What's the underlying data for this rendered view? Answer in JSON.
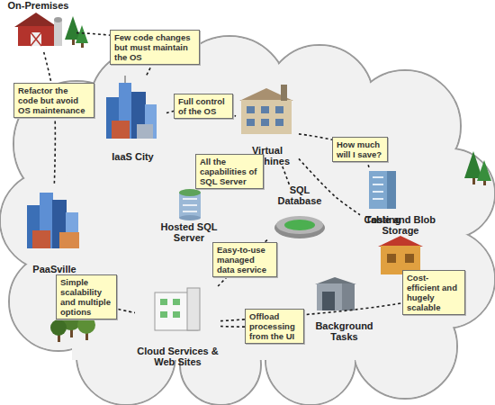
{
  "diagram": {
    "nodes": [
      {
        "text": [
          "On-Premises"
        ]
      },
      {
        "text": [
          "IaaS City"
        ]
      },
      {
        "text": [
          "Virtual Machines"
        ]
      },
      {
        "text": [
          "PaaSville"
        ]
      },
      {
        "text": [
          "Hosted SQL Server"
        ]
      },
      {
        "text": [
          "SQL Database"
        ]
      },
      {
        "text": [
          "Costing"
        ]
      },
      {
        "text": [
          "Table and Blob Storage"
        ]
      },
      {
        "text": [
          "Cloud Services & Web Sites"
        ]
      },
      {
        "text": [
          "Background Tasks"
        ]
      }
    ],
    "edges": [
      {
        "from": 0,
        "to": 1,
        "label": "Few code changes but must maintain the OS",
        "arrow": "none"
      },
      {
        "from": 0,
        "to": 3,
        "label": "Refactor the code but avoid OS maintenance",
        "arrow": "none"
      },
      {
        "from": 1,
        "to": 2,
        "label": "Full control of the OS",
        "arrow": "none"
      },
      {
        "from": 2,
        "to": 6,
        "label": "How much will I save?",
        "arrow": "none"
      },
      {
        "from": 2,
        "to": 4,
        "label": "All the capabilities of SQL Server",
        "arrow": "none"
      },
      {
        "from": 2,
        "to": 5,
        "arrow": "none"
      },
      {
        "from": 2,
        "to": 7,
        "arrow": "none"
      },
      {
        "from": 3,
        "to": 8,
        "label": "Simple scalability and multiple options",
        "arrow": "none"
      },
      {
        "from": 8,
        "to": 5,
        "label": "Easy-to-use managed data service",
        "arrow": "none"
      },
      {
        "from": 8,
        "to": 9,
        "label": "Offload processing from the UI",
        "arrow": "none"
      },
      {
        "from": 8,
        "to": 7,
        "label": "Cost-efficient and hugely scalable",
        "arrow": "none"
      }
    ]
  }
}
